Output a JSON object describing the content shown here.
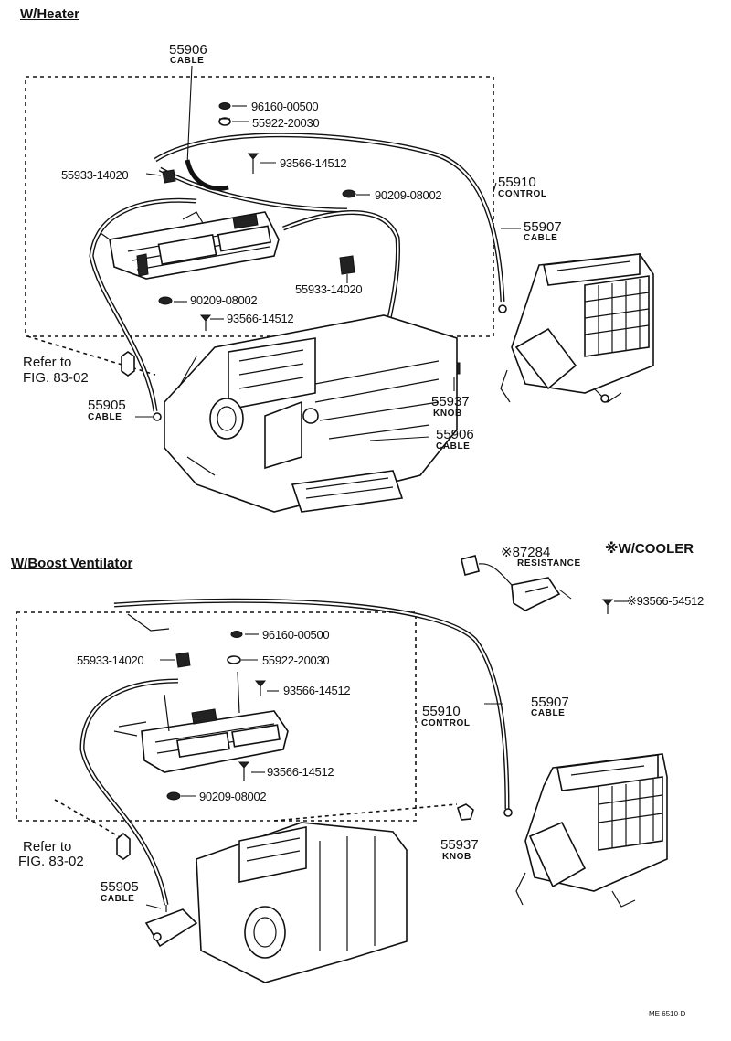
{
  "sections": {
    "heater": "W/Heater",
    "boost": "W/Boost Ventilator",
    "cooler": "※W/COOLER"
  },
  "heater": {
    "p55906_top": {
      "num": "55906",
      "name": "CABLE"
    },
    "p96160": "96160-00500",
    "p55922": "55922-20030",
    "p93566_a": "93566-14512",
    "p55933_a": "55933-14020",
    "p90209_a": "90209-08002",
    "p55910": {
      "num": "55910",
      "name": "CONTROL"
    },
    "p55907": {
      "num": "55907",
      "name": "CABLE"
    },
    "p55933_b": "55933-14020",
    "p90209_b": "90209-08002",
    "p93566_b": "93566-14512",
    "refer_line1": "Refer to",
    "refer_line2": "FIG. 83-02",
    "p55905": {
      "num": "55905",
      "name": "CABLE"
    },
    "p55937": {
      "num": "55937",
      "name": "KNOB"
    },
    "p55906_bottom": {
      "num": "55906",
      "name": "CABLE"
    }
  },
  "cooler": {
    "p87284": {
      "num": "※87284",
      "name": "RESISTANCE"
    },
    "p93566": "※93566-54512"
  },
  "boost": {
    "p96160": "96160-00500",
    "p55933": "55933-14020",
    "p55922": "55922-20030",
    "p93566_a": "93566-14512",
    "p55910": {
      "num": "55910",
      "name": "CONTROL"
    },
    "p55907": {
      "num": "55907",
      "name": "CABLE"
    },
    "p93566_b": "93566-14512",
    "p90209": "90209-08002",
    "p55937": {
      "num": "55937",
      "name": "KNOB"
    },
    "refer_line1": "Refer to",
    "refer_line2": "FIG. 83-02",
    "p55905": {
      "num": "55905",
      "name": "CABLE"
    }
  },
  "footer_code": "ME 6510-D"
}
